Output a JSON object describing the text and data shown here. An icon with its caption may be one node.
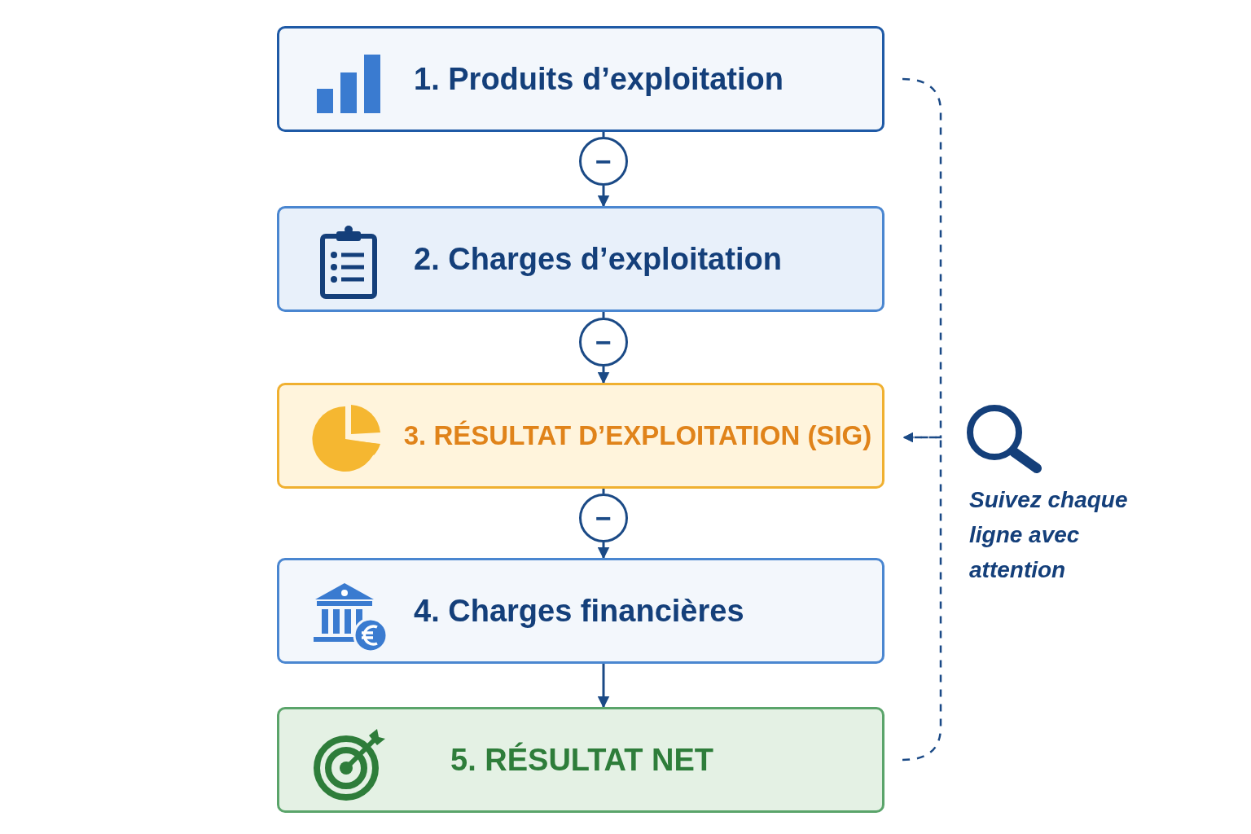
{
  "diagram": {
    "nodes": [
      {
        "text": [
          "1.  Produits d’exploitation"
        ]
      },
      {
        "text": [
          "−"
        ]
      },
      {
        "text": [
          "2. Charges d’exploitation"
        ]
      },
      {
        "text": [
          "−"
        ]
      },
      {
        "text": [
          "3. RÉSULTAT D’EXPLOITATION (SIG)"
        ]
      },
      {
        "text": [
          "−"
        ]
      },
      {
        "text": [
          "4. Charges financières"
        ]
      },
      {
        "text": [
          "5. RÉSULTAT NET"
        ]
      }
    ],
    "edges": [
      {
        "from": 0,
        "to": 1,
        "arrow": "none"
      },
      {
        "from": 1,
        "to": 2,
        "arrow": "to"
      },
      {
        "from": 2,
        "to": 3,
        "arrow": "none"
      },
      {
        "from": 3,
        "to": 4,
        "arrow": "to"
      },
      {
        "from": 4,
        "to": 5,
        "arrow": "none"
      },
      {
        "from": 5,
        "to": 6,
        "arrow": "to"
      },
      {
        "from": 6,
        "to": 7,
        "arrow": "to"
      },
      {
        "from": 0,
        "to": 4,
        "arrow": "to",
        "style": "dashed"
      },
      {
        "from": 7,
        "to": 4,
        "arrow": "to",
        "style": "dashed"
      }
    ],
    "labels": [
      "Suivez chaque ligne avec attention"
    ]
  }
}
